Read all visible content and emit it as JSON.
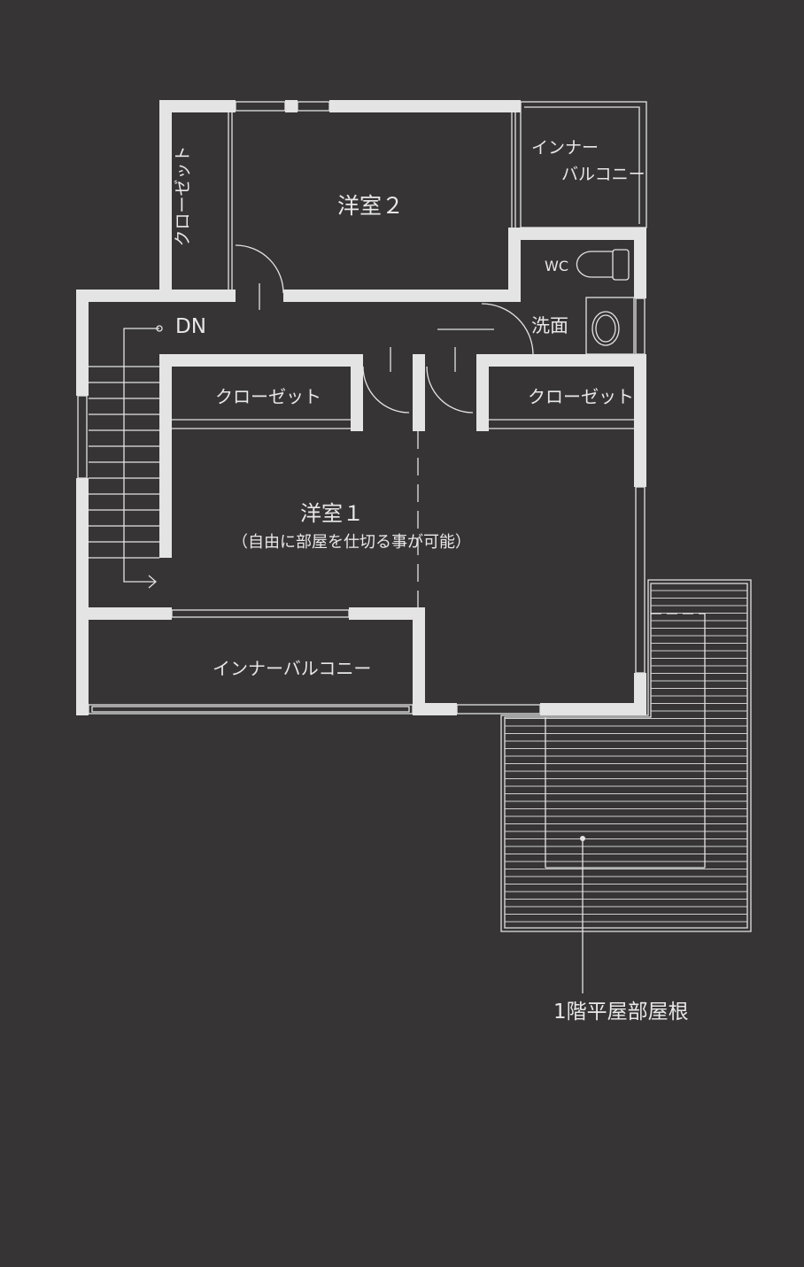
{
  "colors": {
    "background": "#363435",
    "wall": "#e4e4e4",
    "text": "#e8e8e8"
  },
  "rooms": {
    "western_room_2": "洋室２",
    "closet_left_vertical": "クローゼット",
    "inner_balcony_top_line1": "インナー",
    "inner_balcony_top_line2": "バルコニー",
    "wc": "WC",
    "washroom": "洗面",
    "stair_down": "DN",
    "closet_mid_left": "クローゼット",
    "closet_mid_right": "クローゼット",
    "western_room_1": "洋室１",
    "western_room_1_note": "（自由に部屋を仕切る事が可能）",
    "inner_balcony_bottom": "インナーバルコニー"
  },
  "annotations": {
    "roof": "1階平屋部屋根"
  }
}
